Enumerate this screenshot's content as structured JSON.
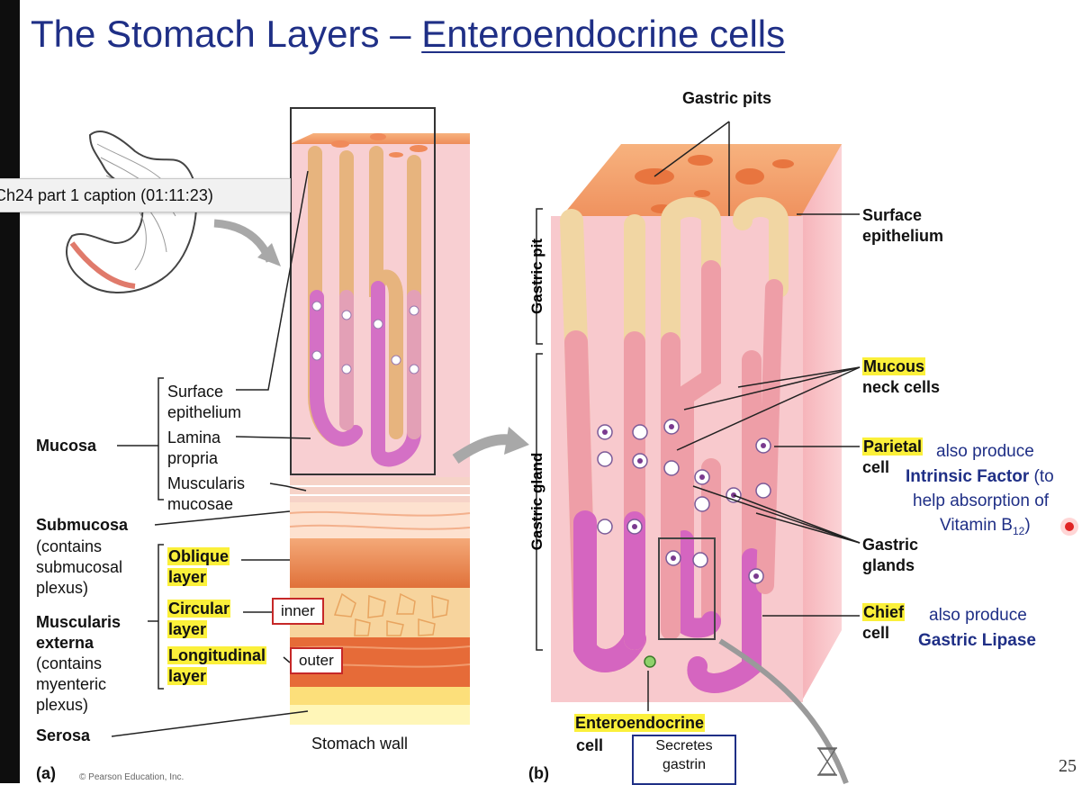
{
  "slide": {
    "title_prefix": "The Stomach Layers – ",
    "title_link": "Enteroendocrine cells",
    "page_number": "25",
    "caption_chip": "Ch24 part 1 caption (01:11:23)"
  },
  "panel_a": {
    "marker": "(a)",
    "copyright": "© Pearson Education, Inc.",
    "stomach_wall": "Stomach wall",
    "surface_epithelium": [
      "Surface",
      "epithelium"
    ],
    "lamina_propria": [
      "Lamina",
      "propria"
    ],
    "muscularis_mucosae": [
      "Muscularis",
      "mucosae"
    ],
    "mucosa": "Mucosa",
    "submucosa": "Submucosa",
    "submucosa_note": [
      "(contains",
      "submucosal",
      "plexus)"
    ],
    "oblique_layer": [
      "Oblique",
      "layer"
    ],
    "circular_layer": [
      "Circular",
      "layer"
    ],
    "longitudinal_layer": [
      "Longitudinal",
      "layer"
    ],
    "muscularis_externa": [
      "Muscularis",
      "externa"
    ],
    "muscularis_externa_note": [
      "(contains",
      "myenteric",
      "plexus)"
    ],
    "serosa": "Serosa",
    "inner_box": "inner",
    "outer_box": "outer"
  },
  "panel_b": {
    "marker": "(b)",
    "gastric_pits": "Gastric pits",
    "gastric_pit": "Gastric pit",
    "gastric_gland": "Gastric gland",
    "surface_epithelium": [
      "Surface",
      "epithelium"
    ],
    "mucous_neck_cells": [
      "Mucous",
      "neck cells"
    ],
    "parietal_cell": [
      "Parietal",
      "cell"
    ],
    "parietal_note_1": "also produce",
    "parietal_note_2": "Intrinsic Factor",
    "parietal_note_3": " (to",
    "parietal_note_4": "help absorption of",
    "parietal_note_5": "Vitamin B",
    "parietal_note_sub": "12",
    "parietal_note_6": ")",
    "gastric_glands": [
      "Gastric",
      "glands"
    ],
    "chief_cell": [
      "Chief",
      "cell"
    ],
    "chief_note_1": "also produce",
    "chief_note_2": "Gastric Lipase",
    "enteroendocrine": "Enteroendocrine",
    "enteroendocrine_cell": "cell",
    "secretes_box": [
      "Secretes",
      "gastrin"
    ]
  },
  "colors": {
    "title_blue": "#1f2f86",
    "highlight_yellow": "#fbf03a",
    "box_red": "#c62828",
    "tissue_pink": "#f7c6c6",
    "muscle_orange": "#f08a4b"
  },
  "icons": [
    "stomach-outline-icon",
    "curved-arrow-icon",
    "hourglass-icon",
    "record-dot-icon"
  ]
}
